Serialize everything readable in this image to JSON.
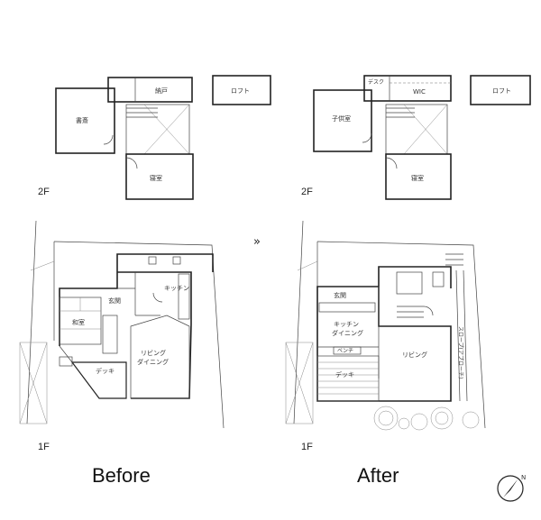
{
  "floors": {
    "second": "2F",
    "first": "1F"
  },
  "arrow": "»",
  "before": {
    "caption": "Before",
    "second_floor": {
      "study": "書斎",
      "closet": "納戸",
      "bedroom": "寝室",
      "loft": "ロフト"
    },
    "first_floor": {
      "entrance": "玄関",
      "kitchen": "キッチン",
      "tatami_room": "和室",
      "living_dining": [
        "リビング",
        "ダイニング"
      ],
      "deck": "デッキ"
    }
  },
  "after": {
    "caption": "After",
    "second_floor": {
      "desk": "デスク",
      "wic": "WIC",
      "kids_room": "子供室",
      "bedroom": "寝室",
      "loft": "ロフト"
    },
    "first_floor": {
      "entrance": "玄関",
      "kitchen_dining": [
        "キッチン",
        "ダイニング"
      ],
      "bench": "ベンチ",
      "living": "リビング",
      "deck": "デッキ",
      "slope": "スロープ(アプローチ)"
    }
  },
  "compass": "N"
}
